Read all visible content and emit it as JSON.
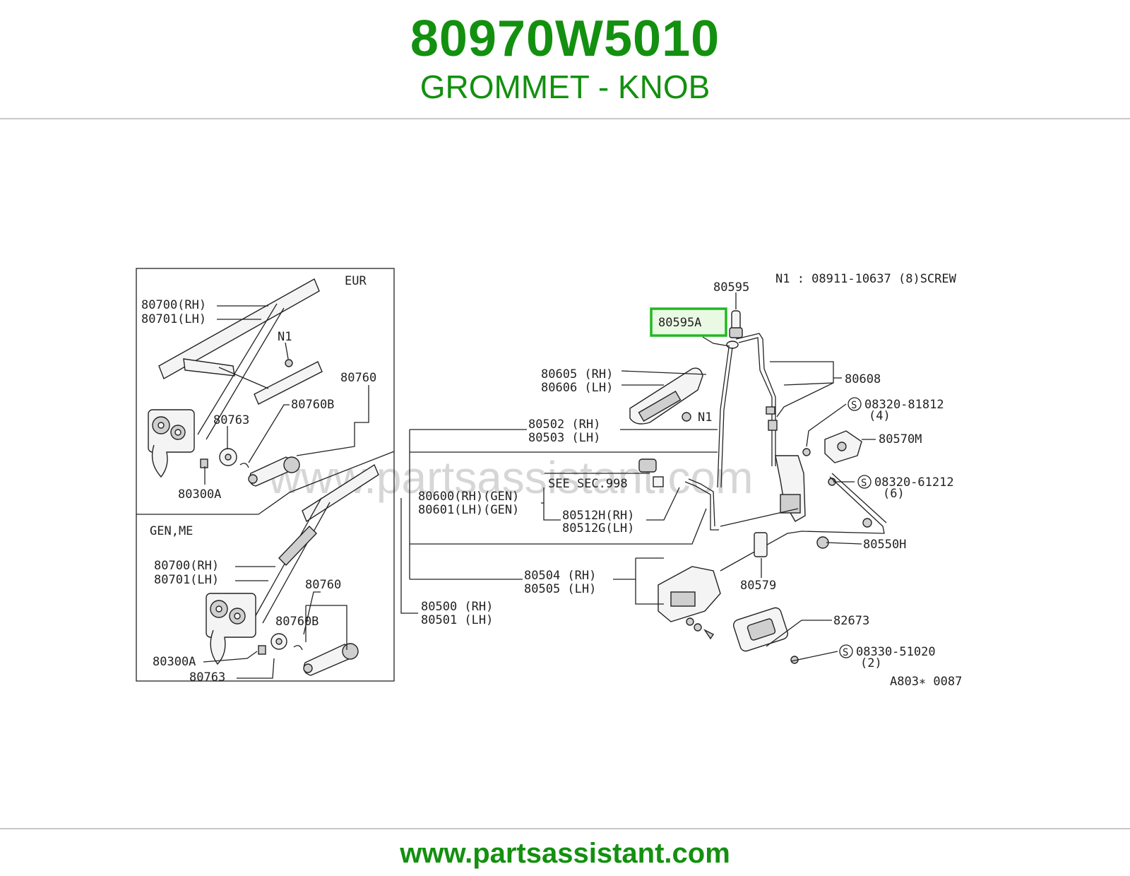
{
  "header": {
    "part_number": "80970W5010",
    "part_name": "GROMMET - KNOB"
  },
  "footer": {
    "url": "www.partsassistant.com"
  },
  "diagram": {
    "watermark": "www.partsassistant.com",
    "highlight_color": "#22b822",
    "highlighted_callout": "80595A",
    "figure_code": "A803∗ 0087",
    "panel_eur": {
      "section_label": "EUR",
      "callouts": [
        "80700(RH)",
        "80701(LH)",
        "N1",
        "80760",
        "80763",
        "80760B",
        "80300A"
      ]
    },
    "panel_gen": {
      "section_label": "GEN,ME",
      "callouts": [
        "80700(RH)",
        "80701(LH)",
        "80760",
        "80760B",
        "80300A",
        "80763"
      ]
    },
    "main_callouts": {
      "screw_note": "N1 : 08911-10637 (8)SCREW",
      "c80595": "80595",
      "c80605": "80605 (RH)",
      "c80606": "80606 (LH)",
      "n1": "N1",
      "c80608": "80608",
      "s08320_81812": "08320-81812",
      "q4": "(4)",
      "c80570m": "80570M",
      "c80502": "80502 (RH)",
      "c80503": "80503 (LH)",
      "see_sec": "SEE SEC.998",
      "c80600": "80600(RH)(GEN)",
      "c80601": "80601(LH)(GEN)",
      "c80512h": "80512H(RH)",
      "c80512g": "80512G(LH)",
      "s08320_61212": "08320-61212",
      "q6": "(6)",
      "c80550h": "80550H",
      "c80579": "80579",
      "c80504": "80504 (RH)",
      "c80505": "80505 (LH)",
      "c80500": "80500 (RH)",
      "c80501": "80501 (LH)",
      "c82673": "82673",
      "s08330_51020": "08330-51020",
      "q2": "(2)",
      "s_symbol": "S"
    }
  }
}
